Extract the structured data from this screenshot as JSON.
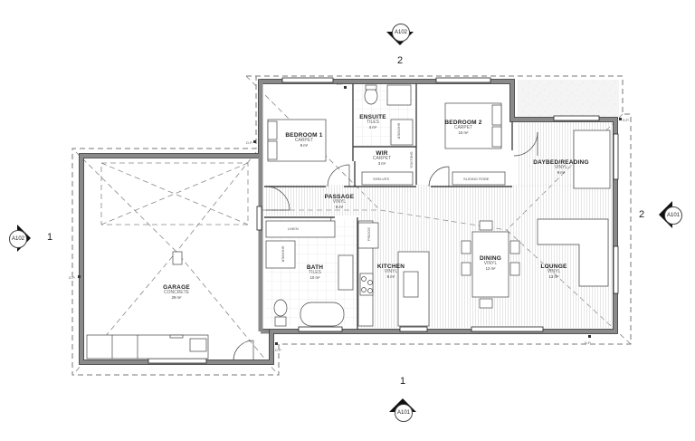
{
  "section_markers": [
    {
      "id": "top",
      "sheet": "A102",
      "number": "2"
    },
    {
      "id": "left",
      "sheet": "A102",
      "number": "1"
    },
    {
      "id": "right",
      "sheet": "A101",
      "number": "2"
    },
    {
      "id": "bottom",
      "sheet": "A101",
      "number": "1"
    }
  ],
  "rooms": {
    "bedroom1": {
      "name": "BEDROOM 1",
      "finish": "CARPET",
      "area": "9 m²"
    },
    "ensuite": {
      "name": "ENSUITE",
      "finish": "TILES",
      "area": "4 m²"
    },
    "wir": {
      "name": "WIR",
      "finish": "CARPET",
      "area": "3 m²"
    },
    "bedroom2": {
      "name": "BEDROOM 2",
      "finish": "CARPET",
      "area": "10 m²"
    },
    "daybed": {
      "name": "DAYBED/READING",
      "finish": "VINYL",
      "area": "9 m²"
    },
    "passage": {
      "name": "PASSAGE",
      "finish": "VINYL",
      "area": "8 m²"
    },
    "bath": {
      "name": "BATH",
      "finish": "TILES",
      "area": "10 m²"
    },
    "kitchen": {
      "name": "KITCHEN",
      "finish": "VINYL",
      "area": "8 m²"
    },
    "dining": {
      "name": "DINING",
      "finish": "VINYL",
      "area": "12 m²"
    },
    "lounge": {
      "name": "LOUNGE",
      "finish": "VINYL",
      "area": "13 m²"
    },
    "garage": {
      "name": "GARAGE",
      "finish": "CONCRETE",
      "area": "29 m²"
    }
  },
  "fixture_labels": {
    "shower_ensuite": "SHOWER",
    "shower_bath": "SHOWER",
    "shelves_1": "SHELVES",
    "shelves_2": "SHELVES",
    "sliding_robe": "SLIDING ROBE",
    "linen": "LINEN",
    "fridge": "FRIDGE"
  },
  "downpipes": {
    "label": "D.P."
  },
  "colors": {
    "wall": "#9a9a9a",
    "wall_line": "#333333",
    "tile_grid": "#d8d8d8",
    "vinyl_stripe": "#dcdcdc",
    "dashed": "#777777",
    "patio": "#f2f2f2"
  }
}
